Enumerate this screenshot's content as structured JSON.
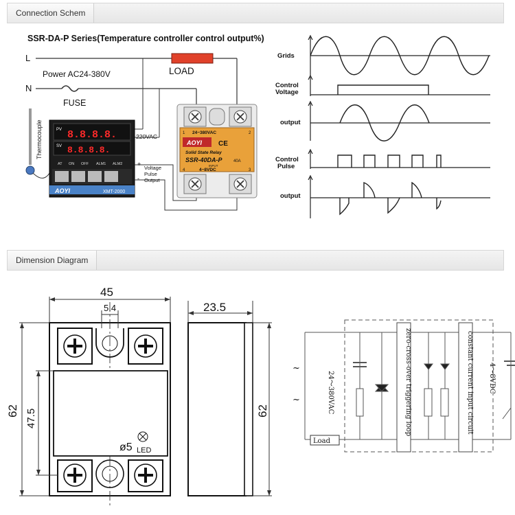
{
  "section1": {
    "tab": "Connection Schem"
  },
  "section2": {
    "tab": "Dimension Diagram"
  },
  "wiring": {
    "title": "SSR-DA-P Series(Temperature controller control output%)",
    "line_L": "L",
    "line_N": "N",
    "load": "LOAD",
    "power": "Power AC24-380V",
    "fuse": "FUSE",
    "thermocouple": "Thermocouple",
    "vac220": "220VAC",
    "voltage_pulse_output": [
      "Voltage",
      "Pulse",
      "Output"
    ],
    "plus": "+",
    "minus": "-",
    "controller": {
      "pv_label": "PV",
      "sv_label": "SV",
      "pv_display": "8.8.8.8.",
      "sv_display": "8.8.8.8.",
      "indicators": [
        "AT",
        "ON",
        "OFF",
        "ALM1",
        "ALM2"
      ],
      "brand": "AOYI",
      "model": "XMT-2000"
    },
    "ssr": {
      "range_top": "24~380VAC",
      "brand": "AOYI",
      "ce": "CE",
      "subtitle": "Solid State Relay",
      "model": "SSR-40DA-P",
      "amps": "40A",
      "input_label": "INPUT",
      "input_range": "4~8VDC",
      "pins": [
        "1",
        "2",
        "4",
        "3"
      ]
    }
  },
  "waveforms": {
    "labels": [
      "Grids",
      "Control Voltage",
      "output",
      "Control Pulse",
      "output"
    ]
  },
  "dimensions": {
    "width": "45",
    "slot": "5.4",
    "height_outer": "62",
    "height_inner": "47.5",
    "hole": "ø5",
    "led": "LED",
    "depth": "23.5",
    "height_side": "62"
  },
  "circuit": {
    "ac": "24～380VAC",
    "dc": "4～8VDC",
    "zero": "zero-cross-over triggering loop",
    "constant": "constant current input circuit",
    "load": "Load",
    "tilde": "~"
  }
}
